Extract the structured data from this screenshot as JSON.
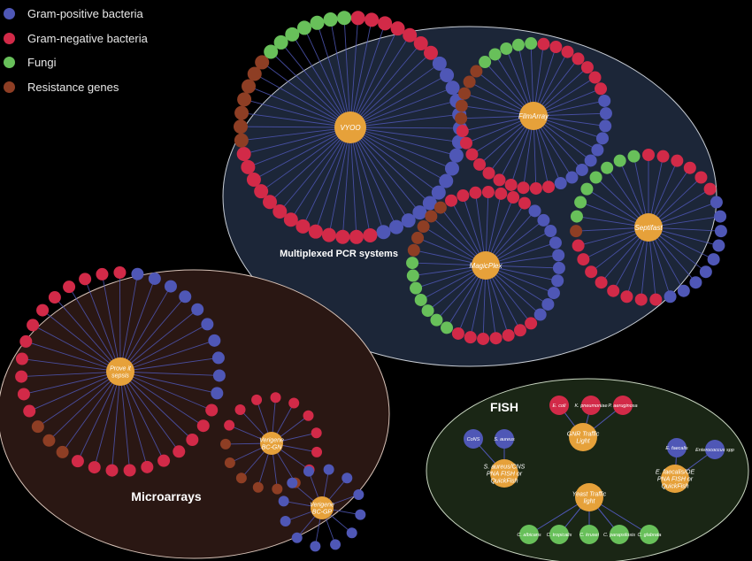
{
  "colors": {
    "gram_positive": "#4f57b6",
    "gram_negative": "#d22a48",
    "fungi": "#68c05a",
    "resistance": "#8e3e24",
    "hub": "#e6a13a",
    "edge": "#4f57b6",
    "pcr_region": "#1c2638",
    "micro_region": "#2a1713",
    "fish_region": "#1a2615"
  },
  "legend": [
    {
      "label": "Gram-positive bacteria",
      "color_key": "gram_positive"
    },
    {
      "label": "Gram-negative bacteria",
      "color_key": "gram_negative"
    },
    {
      "label": "Fungi",
      "color_key": "fungi"
    },
    {
      "label": "Resistance genes",
      "color_key": "resistance"
    }
  ],
  "regions": {
    "pcr": "Multiplexed PCR systems",
    "microarrays": "Microarrays",
    "fish": "FISH"
  },
  "hubs": {
    "vyoo": "VYOO",
    "filmarray": "FilmArray",
    "septifast": "Septifast",
    "magicplex": "MagicPlex",
    "prove_it": [
      "Prove it",
      "sepsis"
    ],
    "verigene_bc_gn": [
      "Verigene",
      "BC-GN"
    ],
    "verigene_bc_gp": [
      "Verigene",
      "BC-GP"
    ],
    "gnr": [
      "GNR Traffic",
      "Light"
    ],
    "saureus": [
      "S. aureus/CNS",
      "PNA FISH or",
      "QuickFish"
    ],
    "efaecalis": [
      "E. faecalis/OE",
      "PNA FISH or",
      "QuickFish"
    ],
    "yeast": [
      "Yeast Traffic",
      "light"
    ]
  },
  "fish_nodes": {
    "gnr": [
      "E. coli",
      "K. pneumoniae",
      "P. aeruginosa"
    ],
    "saureus": [
      "CoNS",
      "S. aureus"
    ],
    "efaecalis": [
      "E. faecalis",
      "Enterococcus spp"
    ],
    "yeast": [
      "C. albicans",
      "C. tropicalis",
      "C. krusei",
      "C. parapsilosis",
      "C. glabrata"
    ]
  }
}
